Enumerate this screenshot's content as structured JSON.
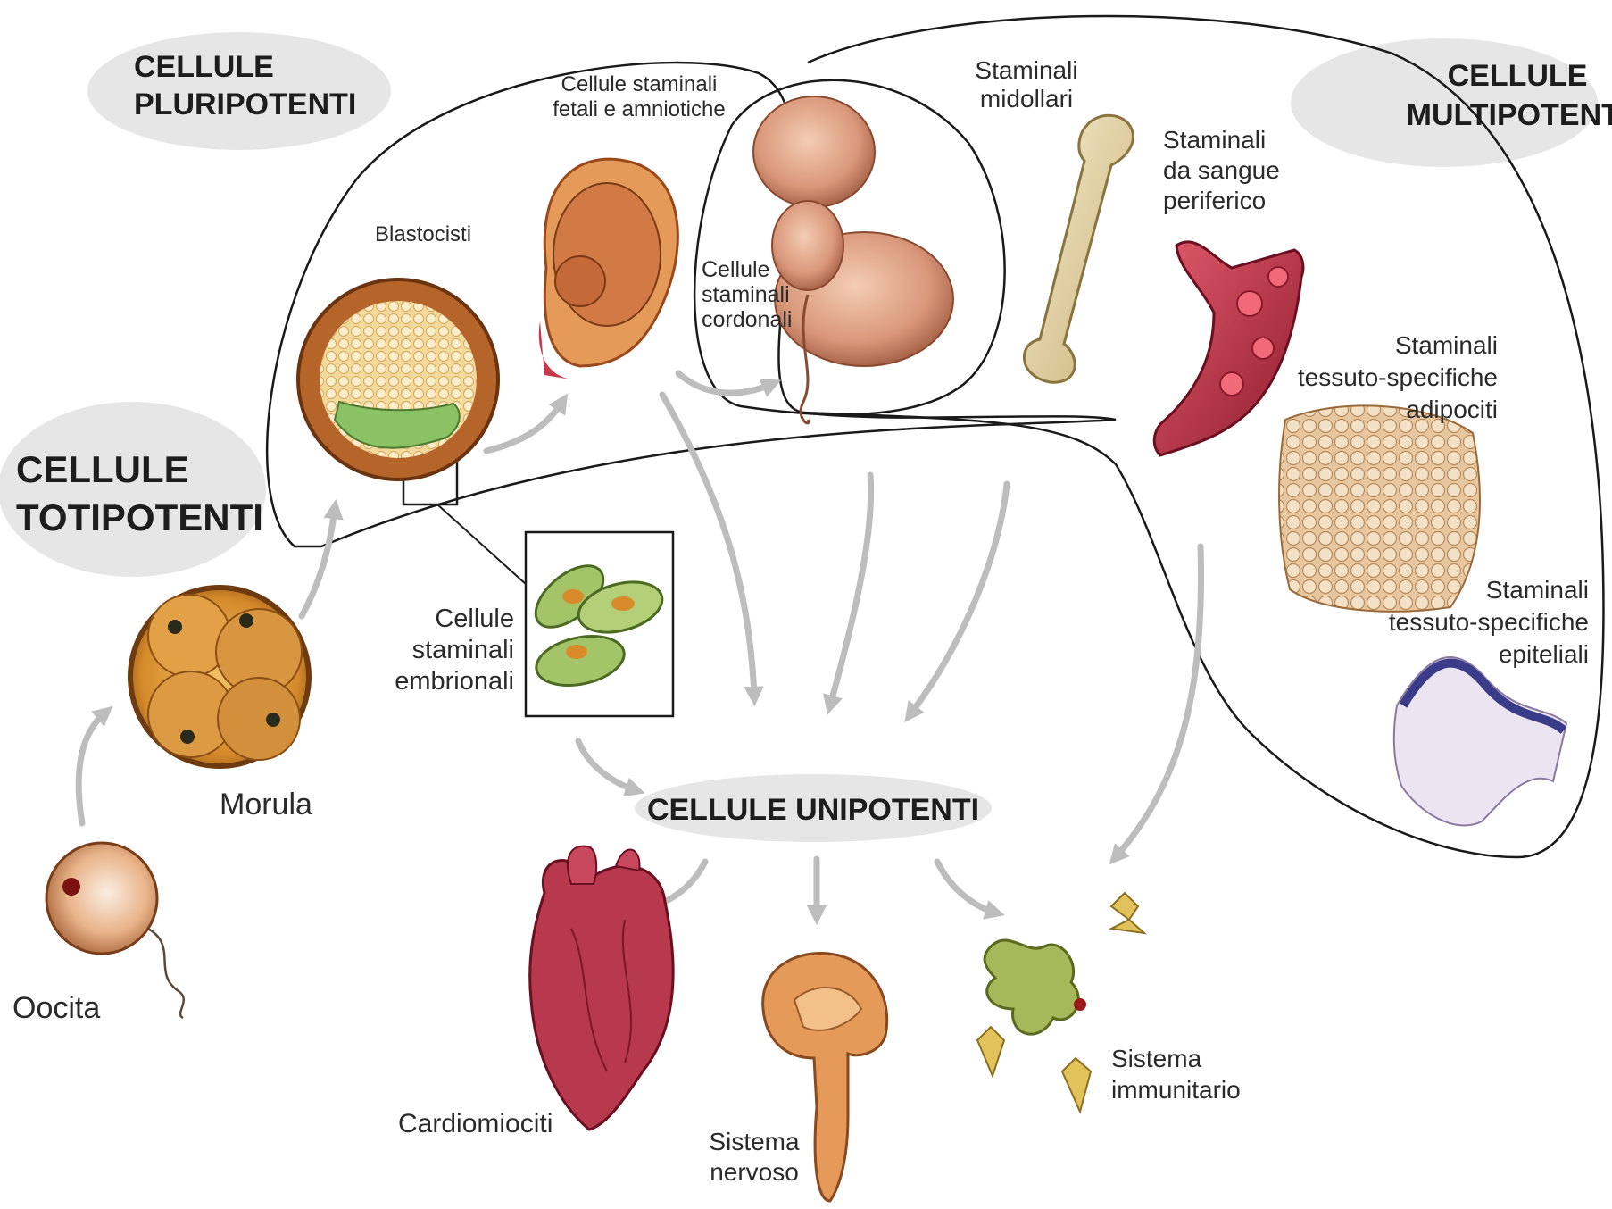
{
  "headings": {
    "totipotent": [
      "CELLULE",
      "TOTIPOTENTI"
    ],
    "pluripotent": [
      "CELLULE",
      "PLURIPOTENTI"
    ],
    "multipotent": [
      "CELLULE",
      "MULTIPOTENTI"
    ],
    "unipotent": "CELLULE UNIPOTENTI"
  },
  "labels": {
    "oocita": "Oocita",
    "morula": "Morula",
    "blastocisti": "Blastocisti",
    "embrionali": [
      "Cellule",
      "staminali",
      "embrionali"
    ],
    "fetali": [
      "Cellule staminali",
      "fetali e amniotiche"
    ],
    "cordonali": [
      "Cellule",
      "staminali",
      "cordonali"
    ],
    "midollari": [
      "Staminali",
      "midollari"
    ],
    "sangue": [
      "Staminali",
      "da sangue",
      "periferico"
    ],
    "adipociti": [
      "Staminali",
      "tessuto-specifiche",
      "adipociti"
    ],
    "epiteliali": [
      "Staminali",
      "tessuto-specifiche",
      "epiteliali"
    ],
    "cardiomiociti": "Cardiomiociti",
    "nervoso": [
      "Sistema",
      "nervoso"
    ],
    "immunitario": [
      "Sistema",
      "immunitario"
    ]
  },
  "colors": {
    "heading_ellipse": "#e6e6e6",
    "arrow": "#bdbdbd",
    "outline": "#1a1a1a"
  }
}
